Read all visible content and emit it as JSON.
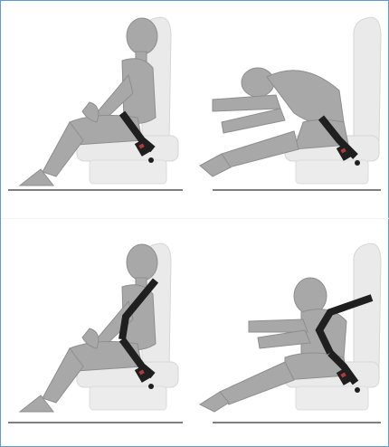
{
  "figure": {
    "panels": [
      {
        "id": "top-left",
        "belt": "lap-belt",
        "posture": "upright"
      },
      {
        "id": "top-right",
        "belt": "lap-belt",
        "posture": "jackknife-forward"
      },
      {
        "id": "bottom-left",
        "belt": "three-point-belt",
        "posture": "upright"
      },
      {
        "id": "bottom-right",
        "belt": "three-point-belt",
        "posture": "restrained-forward"
      }
    ],
    "colors": {
      "figure": "#a8a8a8",
      "figure_dark": "#8e8e8e",
      "seat": "#eaeaea",
      "seat_edge": "#d6d6d6",
      "belt": "#1f1f1f",
      "buckle_accent": "#b33a3a",
      "floor": "#555555",
      "border": "#5b9bd5"
    }
  }
}
